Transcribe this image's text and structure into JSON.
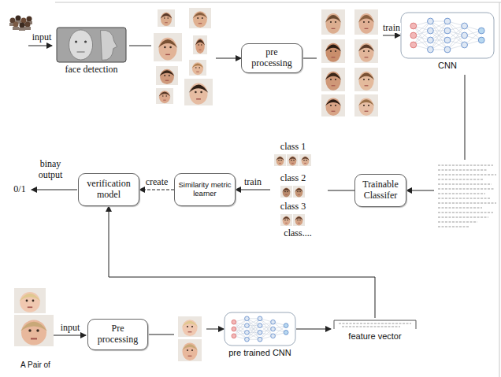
{
  "diagram": {
    "nodes": [
      {
        "text": [
          "face detection"
        ]
      },
      {
        "text": [
          "pre processing"
        ]
      },
      {
        "text": [
          "CNN"
        ]
      },
      {
        "text": [
          "Trainable Classifer"
        ]
      },
      {
        "text": [
          "Similarity metric learner"
        ]
      },
      {
        "text": [
          "verification model"
        ]
      },
      {
        "text": [
          "Pre processing"
        ]
      },
      {
        "text": [
          "pre trained CNN"
        ]
      },
      {
        "text": [
          "feature vector"
        ]
      }
    ],
    "edges": [
      {
        "from": 0,
        "to": 1,
        "arrow": "to"
      },
      {
        "from": 1,
        "to": 2,
        "label": "train",
        "arrow": "to"
      },
      {
        "from": 2,
        "to": 3,
        "arrow": "to"
      },
      {
        "from": 3,
        "to": 4,
        "label": "train",
        "arrow": "to"
      },
      {
        "from": 4,
        "to": 5,
        "label": "create",
        "arrow": "to"
      },
      {
        "from": 8,
        "to": 5,
        "arrow": "to"
      },
      {
        "from": 6,
        "to": 7,
        "arrow": "to"
      },
      {
        "from": 7,
        "to": 8,
        "arrow": "to"
      }
    ],
    "labels": [
      "input",
      "binay output",
      "0/1",
      "class 1",
      "class 2",
      "class 3",
      "class....",
      "input",
      "A Pair of"
    ]
  }
}
